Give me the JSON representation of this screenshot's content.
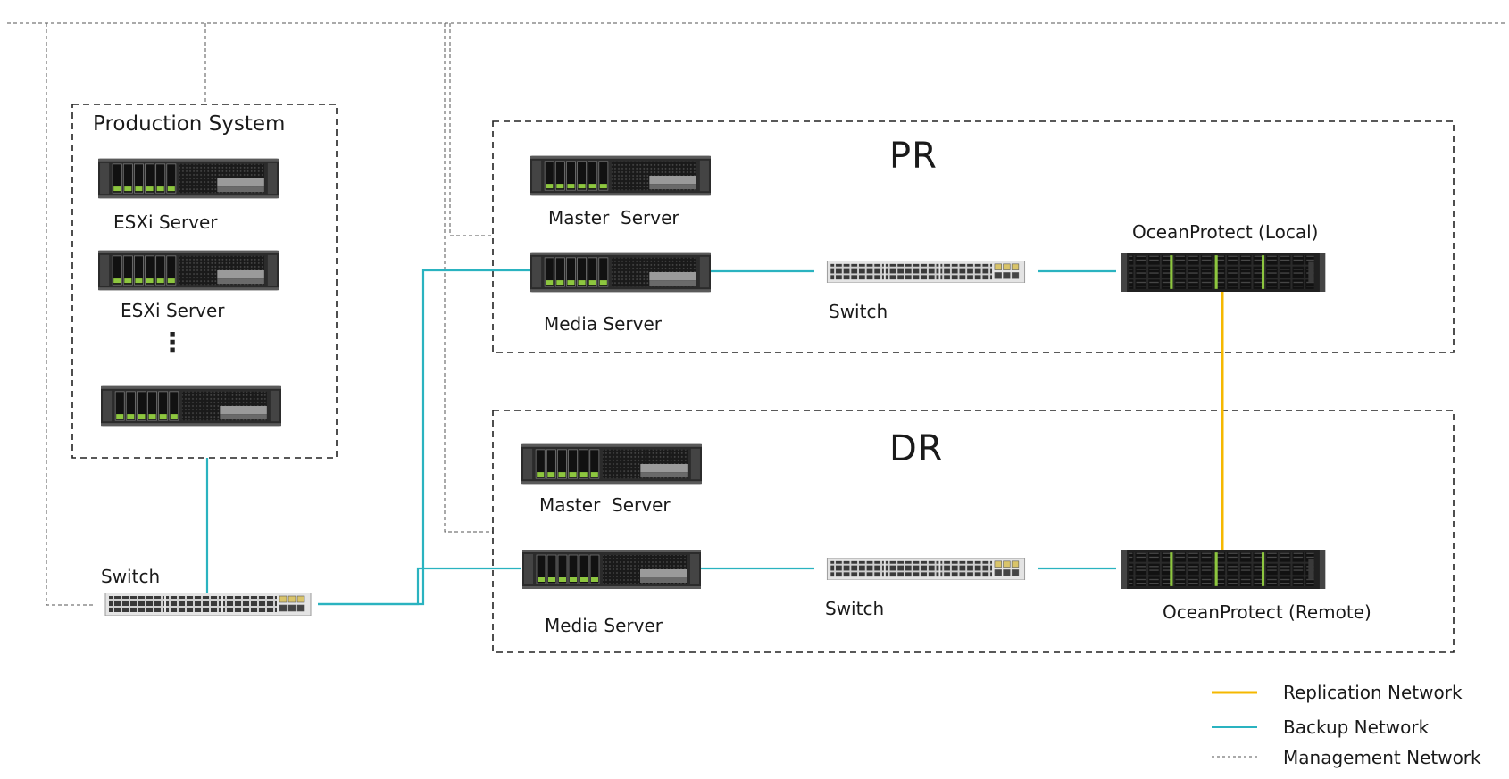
{
  "production": {
    "title": "Production System",
    "servers": [
      "ESXi Server",
      "ESXi Server",
      ""
    ],
    "ellipsis": "⋮"
  },
  "pr": {
    "title": "PR",
    "master": "Master  Server",
    "media": "Media Server",
    "switch": "Switch",
    "storage": "OceanProtect (Local)"
  },
  "dr": {
    "title": "DR",
    "master": "Master  Server",
    "media": "Media Server",
    "switch": "Switch",
    "storage": "OceanProtect (Remote)"
  },
  "core_switch": "Switch",
  "legend": [
    {
      "label": "Replication Network",
      "style": "solid",
      "color": "#f5b800"
    },
    {
      "label": "Backup Network",
      "style": "solid",
      "color": "#2ab3c0"
    },
    {
      "label": "Management Network",
      "style": "dashed",
      "color": "#555555"
    }
  ],
  "colors": {
    "replication": "#f5b800",
    "backup": "#2ab3c0",
    "management": "#555555",
    "server_body": "#2b2b2b",
    "drive_led": "#8dc63f"
  }
}
